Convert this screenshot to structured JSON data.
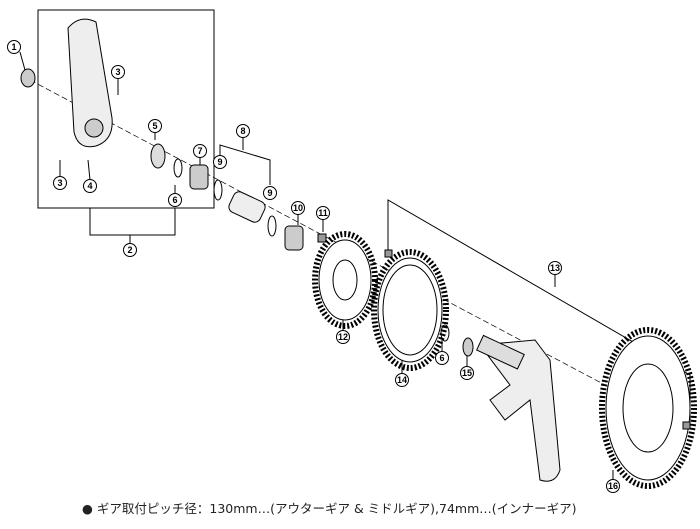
{
  "callouts": [
    {
      "label": "1"
    },
    {
      "label": "3"
    },
    {
      "label": "3"
    },
    {
      "label": "4"
    },
    {
      "label": "5"
    },
    {
      "label": "7"
    },
    {
      "label": "8"
    },
    {
      "label": "9"
    },
    {
      "label": "9"
    },
    {
      "label": "6"
    },
    {
      "label": "2"
    },
    {
      "label": "10"
    },
    {
      "label": "11"
    },
    {
      "label": "13"
    },
    {
      "label": "12"
    },
    {
      "label": "14"
    },
    {
      "label": "6"
    },
    {
      "label": "15"
    },
    {
      "label": "16"
    }
  ],
  "caption": "● ギア取付ピッチ径：130mm…(アウターギア & ミドルギア),74mm…(インナーギア)"
}
